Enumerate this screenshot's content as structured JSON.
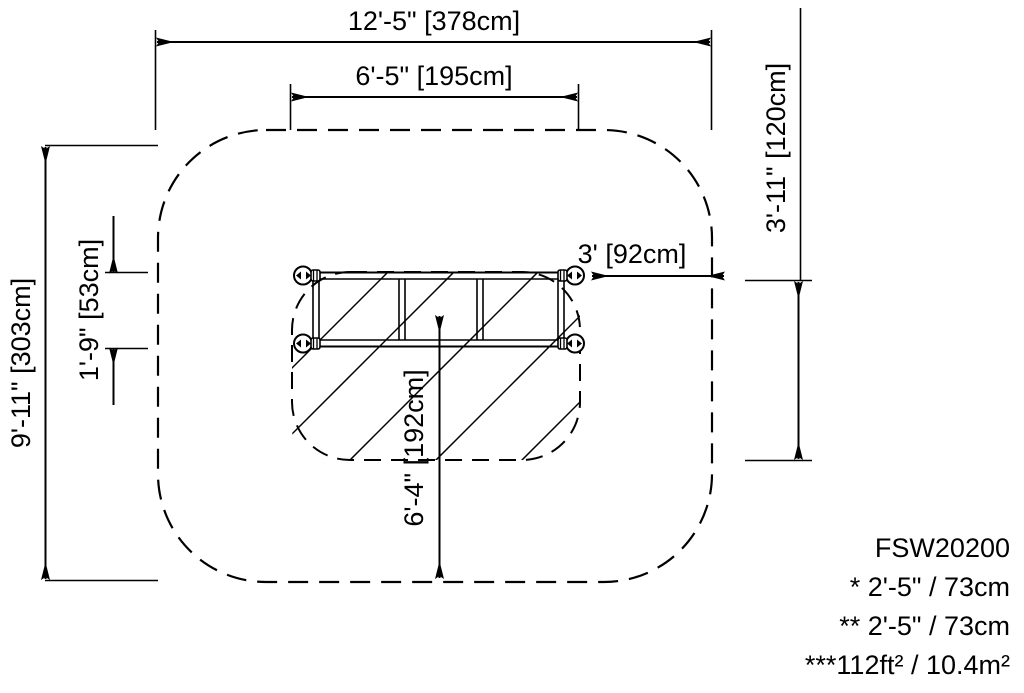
{
  "drawing": {
    "title": "Playground equipment plan view with use zone dimensions",
    "background_color": "#ffffff",
    "line_color": "#000000"
  },
  "dimensions": {
    "overall_width": "12'-5\" [378cm]",
    "equipment_width": "6'-5\" [195cm]",
    "overall_depth": "9'-11\" [303cm]",
    "top_offset": "1'-9\" [53cm]",
    "right_clearance": "3'-11\" [120cm]",
    "side_clearance": "3' [92cm]",
    "front_clearance": "6'-4\" [192cm]"
  },
  "notes": {
    "model": "FSW20200",
    "line1": "* 2'-5\" / 73cm",
    "line2": "** 2'-5\" / 73cm",
    "line3": "***112ft² / 10.4m²"
  },
  "equipment": {
    "type": "climber-ladder-plan",
    "post_count": 4,
    "rung_bay_count": 3
  }
}
